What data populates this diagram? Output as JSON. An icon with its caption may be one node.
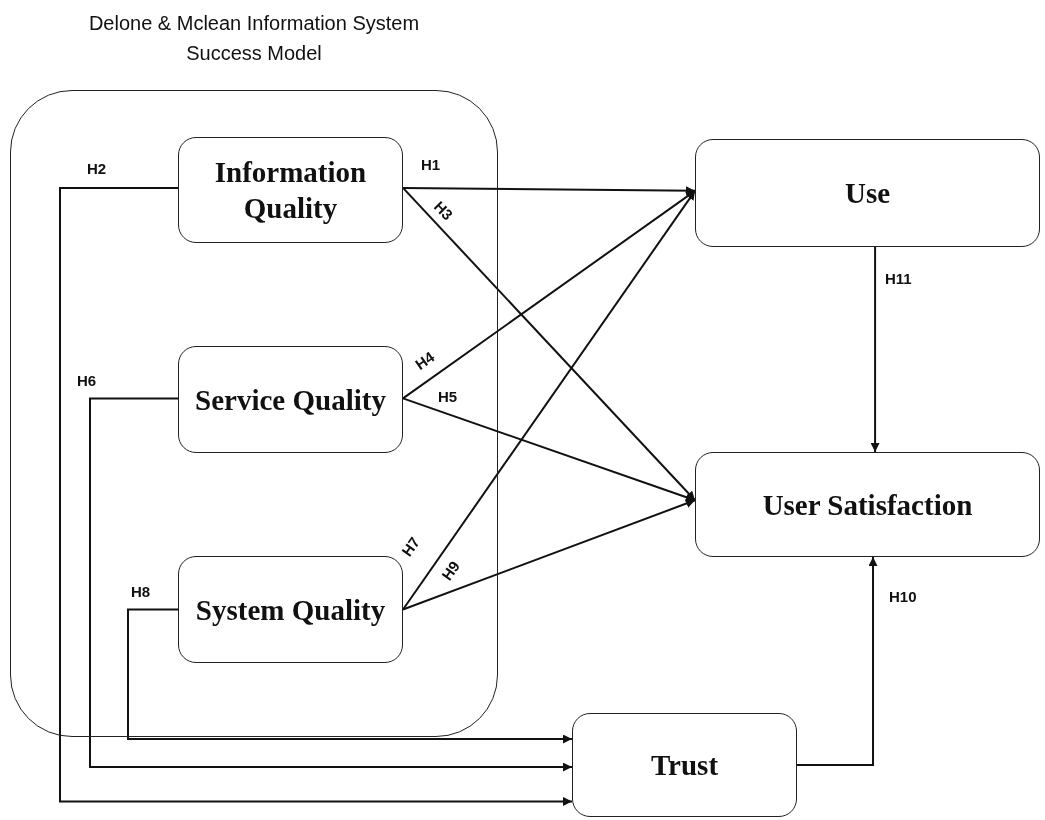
{
  "diagram": {
    "nodes": [
      {
        "text": [
          "Delone & Mclean Information System Success Model"
        ]
      },
      {
        "text": [
          "Information Quality"
        ],
        "in": 0
      },
      {
        "text": [
          "Service Quality"
        ],
        "in": 0
      },
      {
        "text": [
          "System Quality"
        ],
        "in": 0
      },
      {
        "text": [
          "Use"
        ]
      },
      {
        "text": [
          "User Satisfaction"
        ]
      },
      {
        "text": [
          "Trust"
        ]
      }
    ],
    "edges": [
      {
        "from": 1,
        "to": 4,
        "arrow": "to",
        "label": "H1"
      },
      {
        "from": 1,
        "to": 6,
        "arrow": "to",
        "label": "H2"
      },
      {
        "from": 1,
        "to": 5,
        "arrow": "to",
        "label": "H3"
      },
      {
        "from": 2,
        "to": 4,
        "arrow": "to",
        "label": "H4"
      },
      {
        "from": 2,
        "to": 5,
        "arrow": "to",
        "label": "H5"
      },
      {
        "from": 2,
        "to": 6,
        "arrow": "to",
        "label": "H6"
      },
      {
        "from": 3,
        "to": 4,
        "arrow": "to",
        "label": "H7"
      },
      {
        "from": 3,
        "to": 6,
        "arrow": "to",
        "label": "H8"
      },
      {
        "from": 3,
        "to": 5,
        "arrow": "to",
        "label": "H9"
      },
      {
        "from": 6,
        "to": 5,
        "arrow": "to",
        "label": "H10"
      },
      {
        "from": 4,
        "to": 5,
        "arrow": "to",
        "label": "H11"
      }
    ]
  }
}
